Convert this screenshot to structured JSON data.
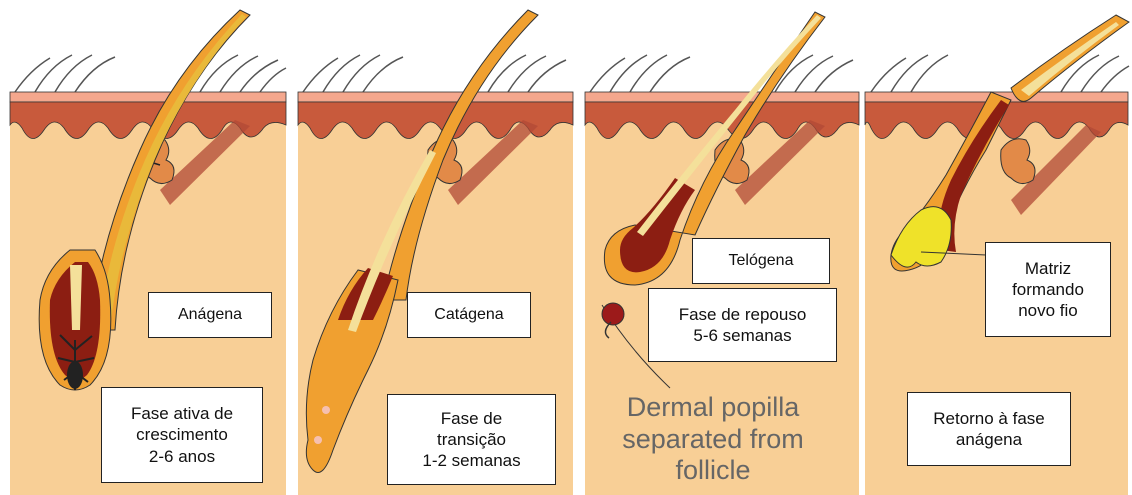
{
  "stages": [
    {
      "name": "Anágena",
      "description": "Fase ativa de\ncrescimento\n2-6 anos"
    },
    {
      "name": "Catágena",
      "description": "Fase de\ntransição\n1-2 semanas"
    },
    {
      "name": "Telógena",
      "description": "Fase de repouso\n5-6 semanas",
      "note": "Dermal popilla\nseparated from\nfollicle"
    },
    {
      "name": "Matriz\nformando\nnovo fio",
      "description": "Retorno à fase\nanágena"
    }
  ],
  "colors": {
    "skin_surface": "#f4a78d",
    "epidermis": "#c85a3c",
    "dermis": "#f8cf96",
    "hair_shaft": "#e9b93a",
    "follicle": "#f0a030",
    "bulb_dark": "#8c1e12",
    "matrix": "#efe229"
  }
}
